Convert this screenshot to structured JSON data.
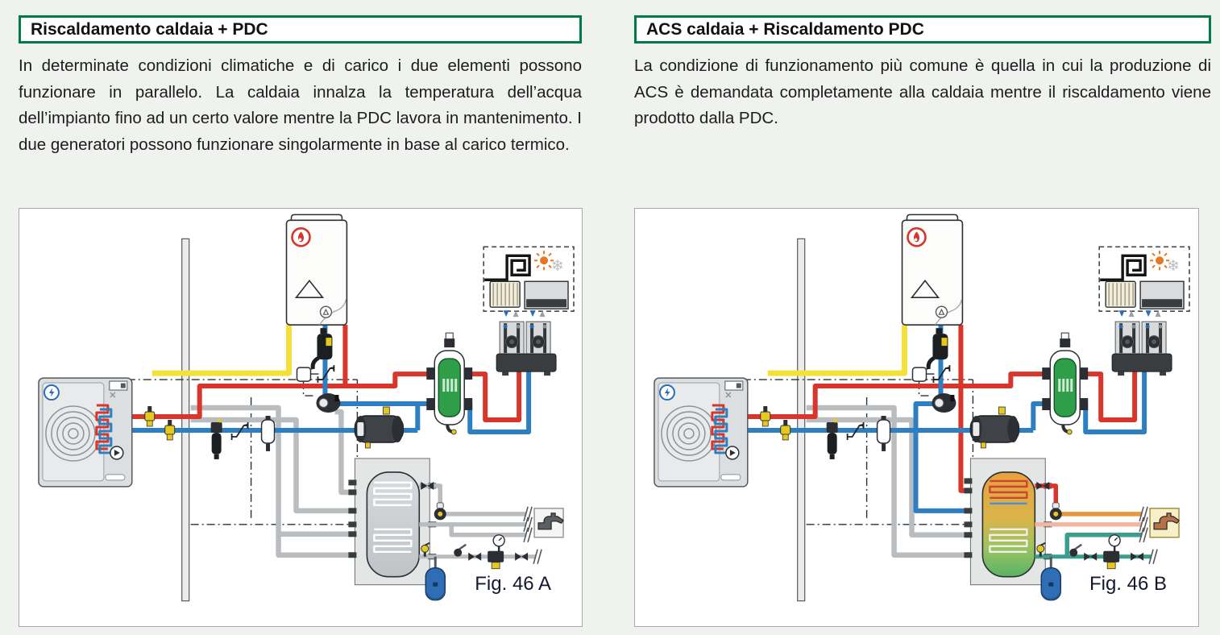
{
  "colors": {
    "header_green": "#007a49",
    "pipe_red": "#d8352b",
    "pipe_blue": "#2e7fc1",
    "pipe_yellow": "#f3e13a",
    "pipe_gray": "#b9bdbf",
    "separator_green": "#2e9e49",
    "pipe_teal": "#3a9e8c",
    "pipe_orange": "#e8973d",
    "pipe_salmon": "#f2b5a2",
    "figure_text": "#141830"
  },
  "icons": {
    "flame-icon": "boiler burner flame",
    "fan-icon": "heat pump fan",
    "lightning-icon": "electric supply",
    "sun-icon": "heating mode",
    "snowflake-icon": "cooling mode",
    "floor-heating-icon": "underfloor circuit coil",
    "radiator-icon": "radiator",
    "fancoil-icon": "fan coil unit",
    "faucet-icon": "domestic hot water tap",
    "expansion-vessel-icon": "expansion vessel",
    "ball-valve-icon": "shut-off valve",
    "gauge-icon": "pressure gauge"
  },
  "sections": [
    {
      "id": "left",
      "header": "Riscaldamento caldaia + PDC",
      "paragraph": "In determinate condizioni climatiche e di carico i due elementi possono funzionare in parallelo. La caldaia innalza la temperatura dell’acqua dell’impianto fino ad un certo valore mentre la PDC lavora in mantenimento. I due generatori possono funzionare singolarmente in base al carico termico.",
      "figure_label": "Fig. 46 A",
      "diagram": {
        "variant": "A",
        "tank_type": "buffer-gray",
        "dhw_colors": {
          "feed": "#b9bdbf",
          "line1": "#b9bdbf",
          "line2": "#b9bdbf",
          "line3": "#b9bdbf",
          "bottom": "#b9bdbf"
        },
        "faucet_bg": "#f5f5f3",
        "faucet_border": "#8d9296",
        "faucet_color": "#5a5f63"
      }
    },
    {
      "id": "right",
      "header": "ACS caldaia + Riscaldamento PDC",
      "paragraph": "La condizione di funzionamento più comune è quella in cui la produzione di ACS è demandata completamente alla caldaia mentre il riscaldamento viene prodotto dalla PDC.",
      "figure_label": "Fig. 46 B",
      "diagram": {
        "variant": "B",
        "tank_type": "dhw-gradient",
        "dhw_colors": {
          "feed": "#d8352b",
          "line1": "#e8973d",
          "line2": "#f2b5a2",
          "line3": "#3a9e8c",
          "bottom": "#3a9e8c"
        },
        "faucet_bg": "#f6efc7",
        "faucet_border": "#9a8a3a",
        "faucet_color": "#b4714a"
      }
    }
  ]
}
